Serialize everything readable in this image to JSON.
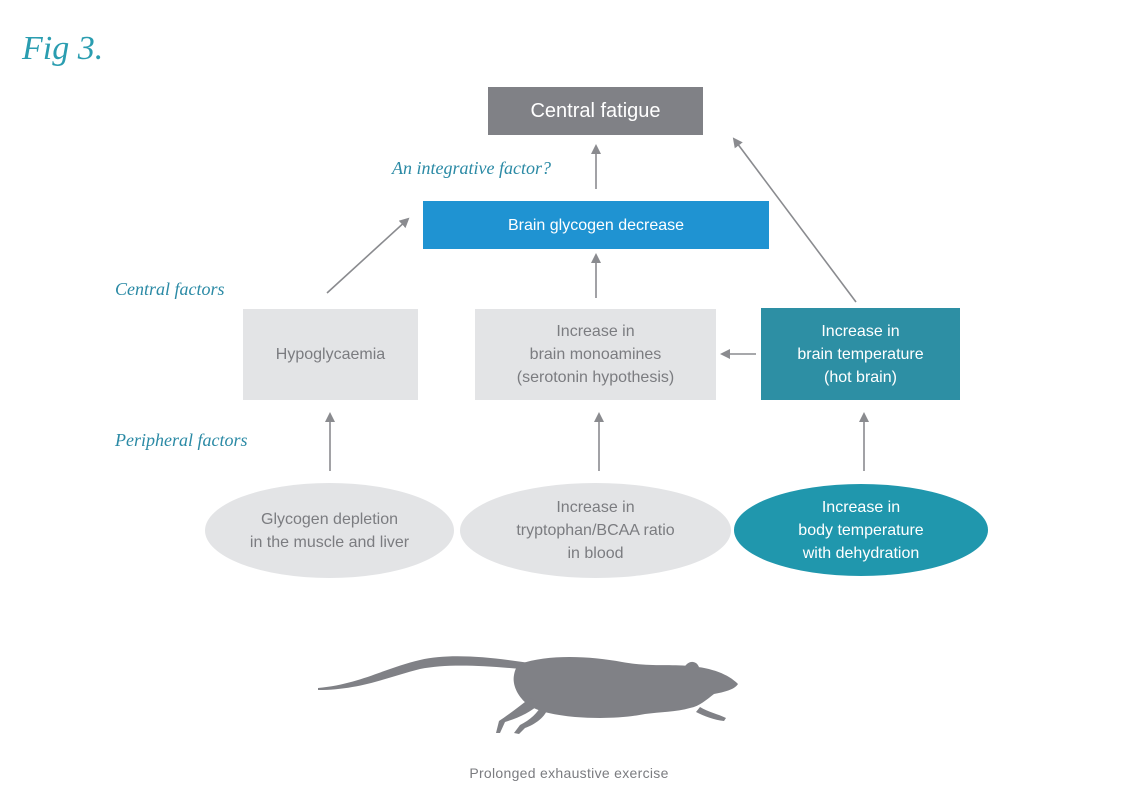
{
  "figure": {
    "label": "Fig 3."
  },
  "labels": {
    "integrative": "An integrative factor?",
    "central": "Central factors",
    "peripheral": "Peripheral factors"
  },
  "nodes": {
    "central_fatigue": "Central fatigue",
    "brain_glycogen": "Brain glycogen decrease",
    "hypoglycaemia": "Hypoglycaemia",
    "monoamines": "Increase in\nbrain monoamines\n(serotonin hypothesis)",
    "brain_temperature": "Increase in\nbrain temperature\n(hot brain)",
    "glycogen_depletion": "Glycogen depletion\nin the muscle and liver",
    "tryptophan_ratio": "Increase in\ntryptophan/BCAA ratio\nin blood",
    "body_temperature": "Increase in\nbody temperature\nwith dehydration"
  },
  "caption": "Prolonged exhaustive exercise",
  "colors": {
    "accent_teal": "#2a9db0",
    "gray_box": "#808186",
    "blue_box": "#1f93d2",
    "teal_box": "#2d8fa4",
    "teal_ellipse": "#2097ad",
    "light_gray": "#e3e4e6",
    "arrow": "#8a8b8f",
    "rat": "#808186"
  },
  "icons": {
    "rat": "rat-silhouette-icon"
  }
}
